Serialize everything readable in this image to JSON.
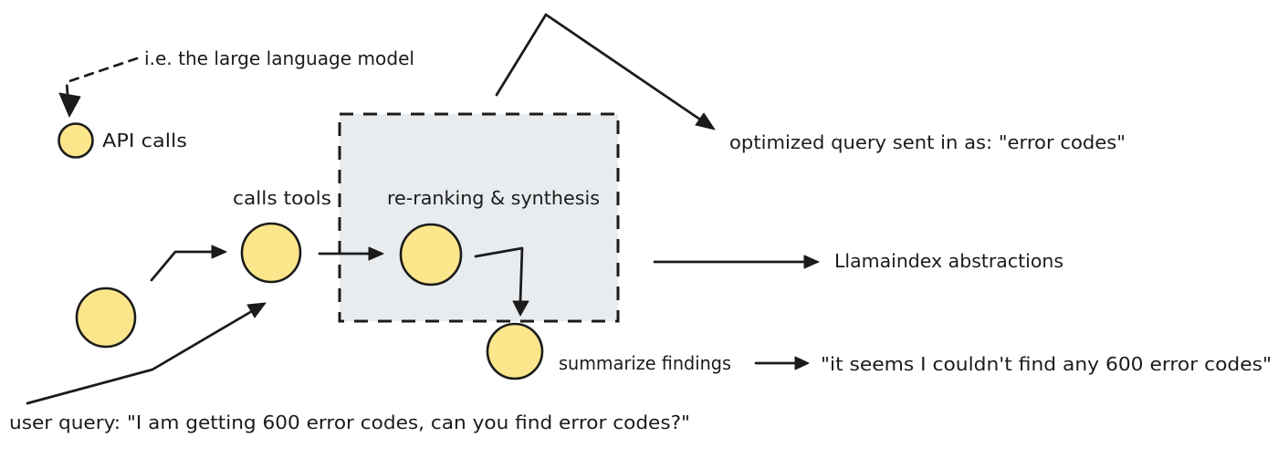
{
  "colors": {
    "node_fill": "#fbe68c",
    "box_fill": "#e9ecef",
    "stroke": "#1b1b1b",
    "background": "#ffffff"
  },
  "labels": {
    "llm_note": "i.e. the large language model",
    "api_calls": "API calls",
    "calls_tools": "calls tools",
    "reranking": "re-ranking & synthesis",
    "optimized_query": "optimized query sent in as: \"error codes\"",
    "llamaindex": "Llamaindex abstractions",
    "summarize": "summarize findings",
    "result_quote": "\"it seems I couldn't find any 600 error codes\"",
    "user_query": "user query: \"I am getting 600 error codes, can you find error codes?\""
  },
  "nodes": [
    {
      "name": "api-call-node",
      "meaning": "API calls (the large language model)"
    },
    {
      "name": "start-node",
      "meaning": "initial agent step"
    },
    {
      "name": "tools-node",
      "meaning": "calls tools"
    },
    {
      "name": "rerank-node",
      "meaning": "re-ranking & synthesis (inside Llamaindex abstractions box)"
    },
    {
      "name": "summarize-node",
      "meaning": "summarize findings"
    }
  ]
}
